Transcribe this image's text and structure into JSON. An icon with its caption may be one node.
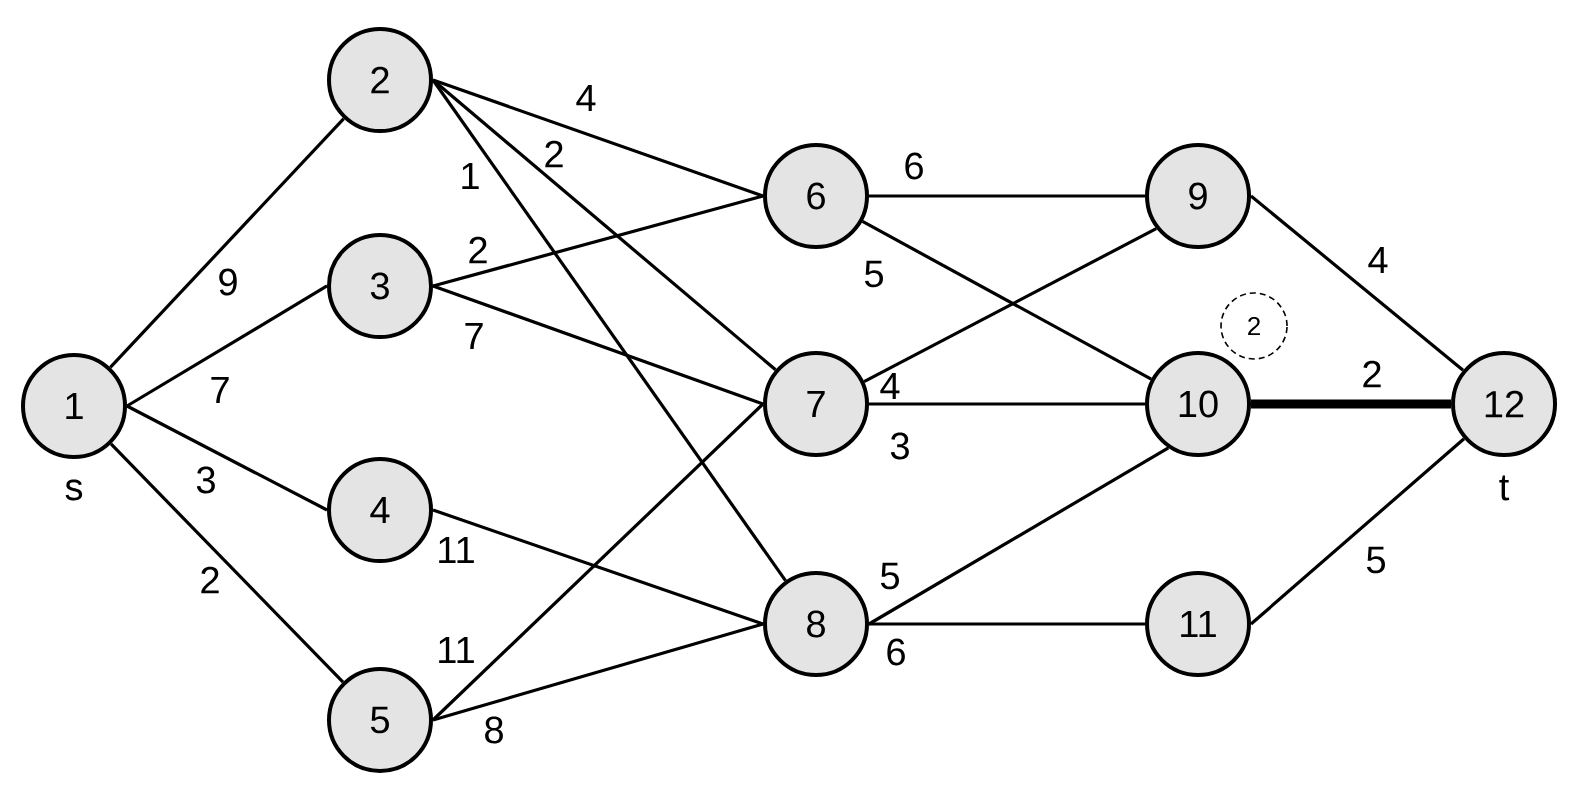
{
  "diagram": {
    "nodes": [
      {
        "text": [
          "1"
        ],
        "beside": [
          "s"
        ]
      },
      {
        "text": [
          "2"
        ]
      },
      {
        "text": [
          "3"
        ]
      },
      {
        "text": [
          "4"
        ]
      },
      {
        "text": [
          "5"
        ]
      },
      {
        "text": [
          "6"
        ]
      },
      {
        "text": [
          "7"
        ]
      },
      {
        "text": [
          "8"
        ]
      },
      {
        "text": [
          "9"
        ]
      },
      {
        "text": [
          "10"
        ]
      },
      {
        "text": [
          "11"
        ]
      },
      {
        "text": [
          "12"
        ],
        "beside": [
          "t"
        ]
      },
      {
        "text": [
          "2"
        ]
      }
    ],
    "edges": [
      {
        "from": 0,
        "to": 1,
        "arrow": "none",
        "label": "9"
      },
      {
        "from": 0,
        "to": 2,
        "arrow": "none",
        "label": "7"
      },
      {
        "from": 0,
        "to": 3,
        "arrow": "none",
        "label": "3"
      },
      {
        "from": 0,
        "to": 4,
        "arrow": "none",
        "label": "2"
      },
      {
        "from": 1,
        "to": 5,
        "arrow": "none",
        "label": "4"
      },
      {
        "from": 1,
        "to": 6,
        "arrow": "none",
        "label": "2"
      },
      {
        "from": 1,
        "to": 7,
        "arrow": "none",
        "label": "1"
      },
      {
        "from": 2,
        "to": 5,
        "arrow": "none",
        "label": "2"
      },
      {
        "from": 2,
        "to": 6,
        "arrow": "none",
        "label": "7"
      },
      {
        "from": 3,
        "to": 7,
        "arrow": "none",
        "label": "11"
      },
      {
        "from": 4,
        "to": 6,
        "arrow": "none",
        "label": "11"
      },
      {
        "from": 4,
        "to": 7,
        "arrow": "none",
        "label": "8"
      },
      {
        "from": 5,
        "to": 8,
        "arrow": "none",
        "label": "6"
      },
      {
        "from": 5,
        "to": 9,
        "arrow": "none",
        "label": "5"
      },
      {
        "from": 6,
        "to": 8,
        "arrow": "none",
        "label": "4"
      },
      {
        "from": 6,
        "to": 9,
        "arrow": "none",
        "label": "3"
      },
      {
        "from": 7,
        "to": 9,
        "arrow": "none",
        "label": "5"
      },
      {
        "from": 7,
        "to": 10,
        "arrow": "none",
        "label": "6"
      },
      {
        "from": 8,
        "to": 11,
        "arrow": "none",
        "label": "4"
      },
      {
        "from": 9,
        "to": 11,
        "arrow": "none",
        "label": "2",
        "style": "thick"
      },
      {
        "from": 10,
        "to": 11,
        "arrow": "none",
        "label": "5"
      }
    ]
  }
}
